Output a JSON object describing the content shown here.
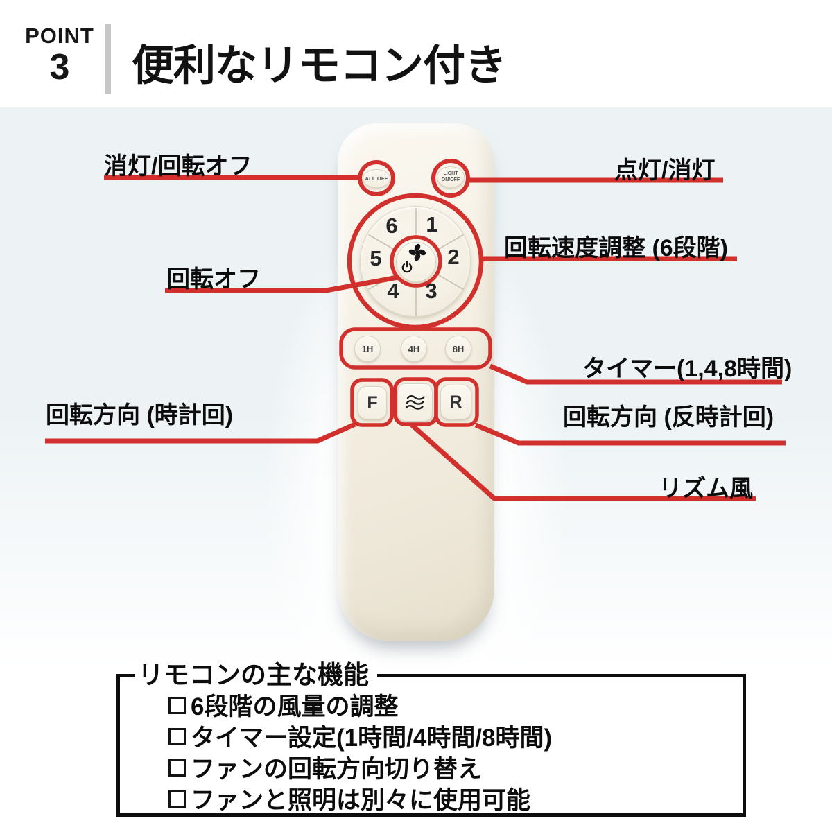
{
  "header": {
    "point_label": "POINT",
    "point_number": "3",
    "title": "便利なリモコン付き"
  },
  "remote": {
    "all_off_label": "ALL OFF",
    "light_label_line1": "LIGHT",
    "light_label_line2": "ON/OFF",
    "dial_numbers": [
      "6",
      "1",
      "5",
      "2",
      "4",
      "3"
    ],
    "timer_buttons": [
      "1H",
      "4H",
      "8H"
    ],
    "forward_label": "F",
    "reverse_label": "R"
  },
  "annotations": {
    "all_off": "消灯/回転オフ",
    "light": "点灯/消灯",
    "speed": "回転速度調整 (6段階)",
    "rotation_off": "回転オフ",
    "timer": "タイマー(1,4,8時間)",
    "direction_cw": "回転方向 (時計回)",
    "direction_ccw": "回転方向 (反時計回)",
    "rhythm": "リズム風"
  },
  "features": {
    "legend": "リモコンの主な機能",
    "items": [
      "6段階の風量の調整",
      "タイマー設定(1時間/4時間/8時間)",
      "ファンの回転方向切り替え",
      "ファンと照明は別々に使用可能"
    ]
  },
  "colors": {
    "accent_red": "#d2302c",
    "line_black": "#0d0d0d"
  }
}
